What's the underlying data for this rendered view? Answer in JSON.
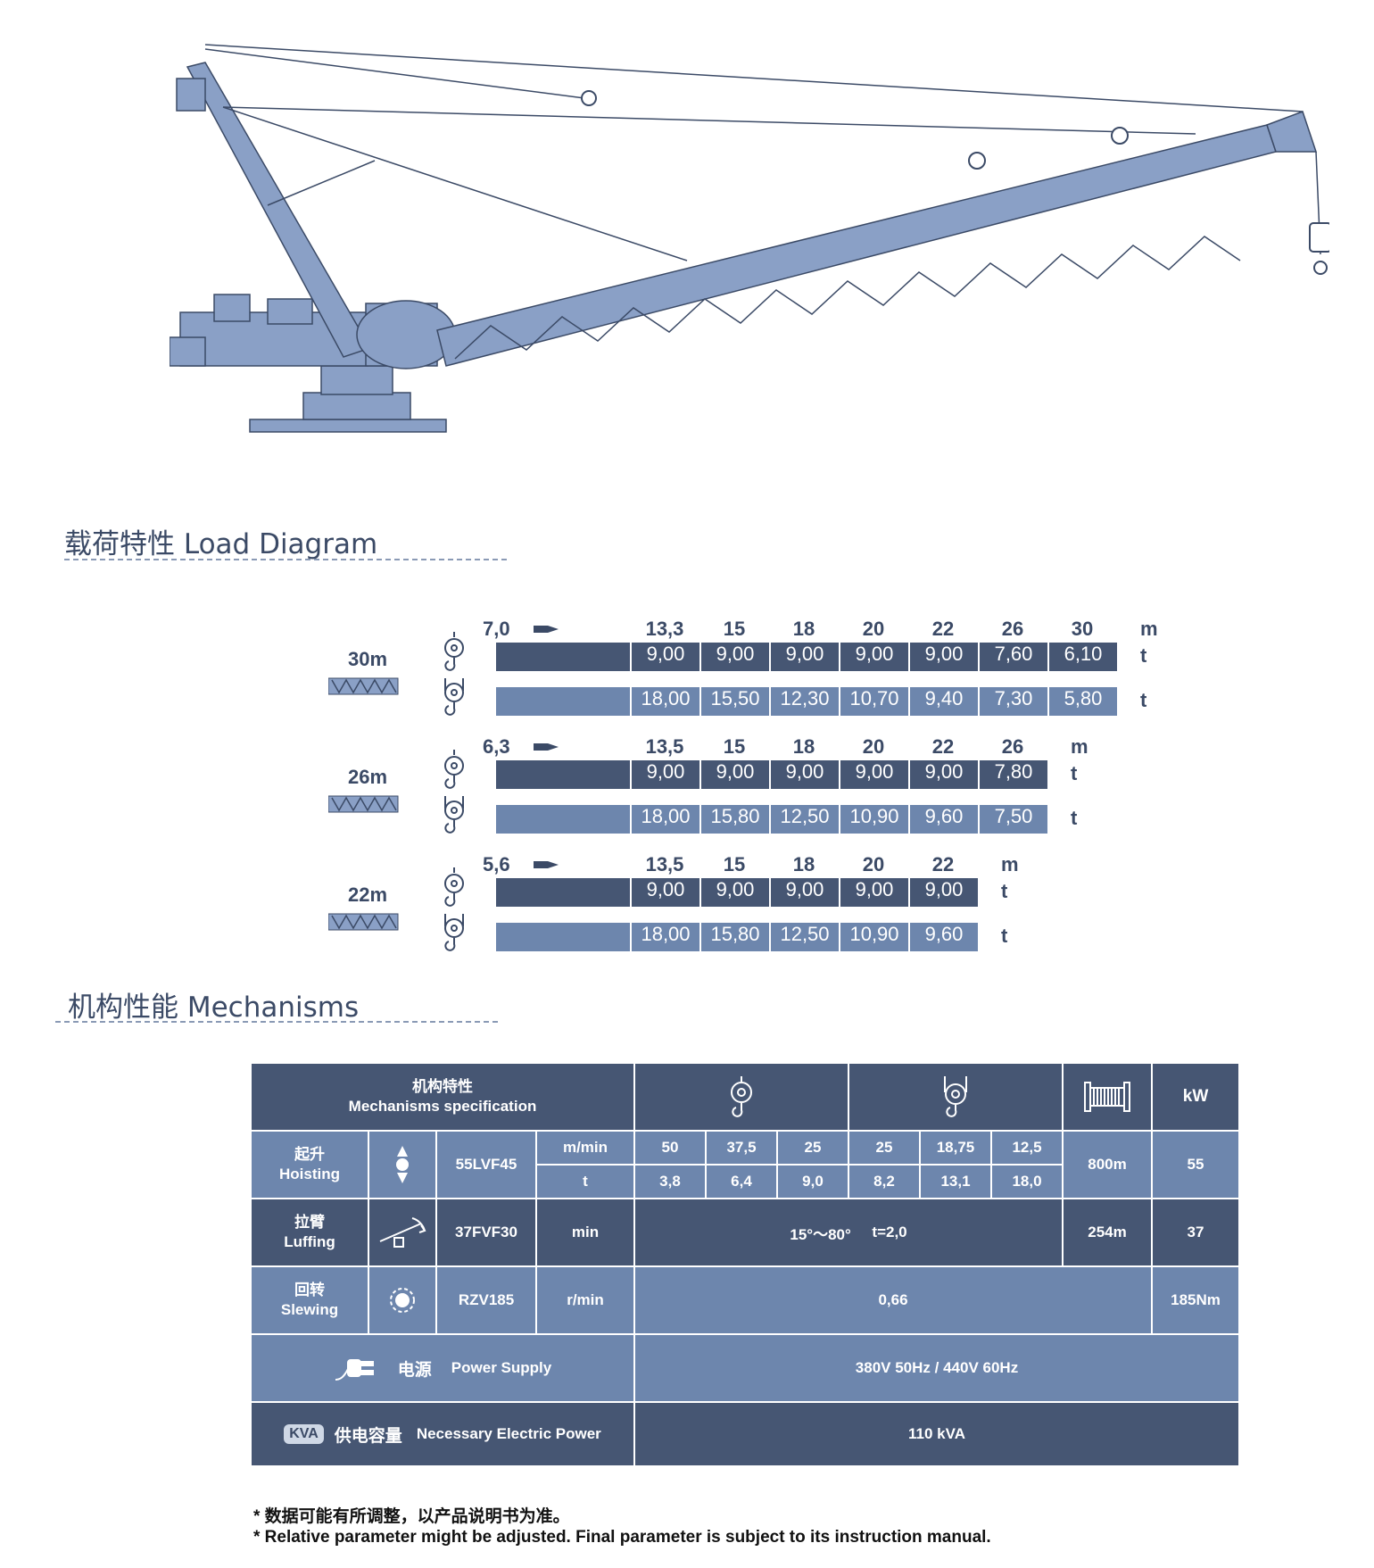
{
  "sections": {
    "load_title": "载荷特性 Load Diagram",
    "mech_title": "机构性能 Mechanisms"
  },
  "load_diagram": [
    {
      "boom": "30m",
      "start_radius": "7,0",
      "radii": [
        "13,3",
        "15",
        "18",
        "20",
        "22",
        "26",
        "30"
      ],
      "radius_unit": "m",
      "single": [
        "9,00",
        "9,00",
        "9,00",
        "9,00",
        "9,00",
        "7,60",
        "6,10"
      ],
      "double": [
        "18,00",
        "15,50",
        "12,30",
        "10,70",
        "9,40",
        "7,30",
        "5,80"
      ],
      "load_unit": "t"
    },
    {
      "boom": "26m",
      "start_radius": "6,3",
      "radii": [
        "13,5",
        "15",
        "18",
        "20",
        "22",
        "26"
      ],
      "radius_unit": "m",
      "single": [
        "9,00",
        "9,00",
        "9,00",
        "9,00",
        "9,00",
        "7,80"
      ],
      "double": [
        "18,00",
        "15,80",
        "12,50",
        "10,90",
        "9,60",
        "7,50"
      ],
      "load_unit": "t"
    },
    {
      "boom": "22m",
      "start_radius": "5,6",
      "radii": [
        "13,5",
        "15",
        "18",
        "20",
        "22"
      ],
      "radius_unit": "m",
      "single": [
        "9,00",
        "9,00",
        "9,00",
        "9,00",
        "9,00"
      ],
      "double": [
        "18,00",
        "15,80",
        "12,50",
        "10,90",
        "9,60"
      ],
      "load_unit": "t"
    }
  ],
  "mechanisms": {
    "header_cn": "机构特性",
    "header_en": "Mechanisms specification",
    "kw": "kW",
    "hoisting": {
      "cn": "起升",
      "en": "Hoisting",
      "model": "55LVF45",
      "unit_speed": "m/min",
      "unit_load": "t",
      "speeds": [
        "50",
        "37,5",
        "25",
        "25",
        "18,75",
        "12,5"
      ],
      "loads": [
        "3,8",
        "6,4",
        "9,0",
        "8,2",
        "13,1",
        "18,0"
      ],
      "rope": "800m",
      "power": "55"
    },
    "luffing": {
      "cn": "拉臂",
      "en": "Luffing",
      "model": "37FVF30",
      "unit": "min",
      "range": "15°～80°",
      "time": "t=2,0",
      "rope": "254m",
      "power": "37"
    },
    "slewing": {
      "cn": "回转",
      "en": "Slewing",
      "model": "RZV185",
      "unit": "r/min",
      "speed": "0,66",
      "torque": "185Nm"
    },
    "power_supply": {
      "cn": "电源",
      "en": "Power Supply",
      "value": "380V 50Hz / 440V 60Hz"
    },
    "electric_power": {
      "badge": "KVA",
      "cn": "供电容量",
      "en": "Necessary Electric Power",
      "value": "110 kVA"
    }
  },
  "notes": {
    "cn": "* 数据可能有所调整，以产品说明书为准。",
    "en": "* Relative parameter might be adjusted. Final parameter is subject to its instruction manual."
  },
  "colors": {
    "dark": "#465673",
    "light": "#6d86ad",
    "text": "#3b4a66"
  },
  "icons": [
    "crane-illustration",
    "boom-section-icon",
    "single-hook-icon",
    "double-hook-icon",
    "rope-drum-icon",
    "hoist-arrow-icon",
    "luffing-icon",
    "slewing-icon",
    "power-plug-icon"
  ]
}
